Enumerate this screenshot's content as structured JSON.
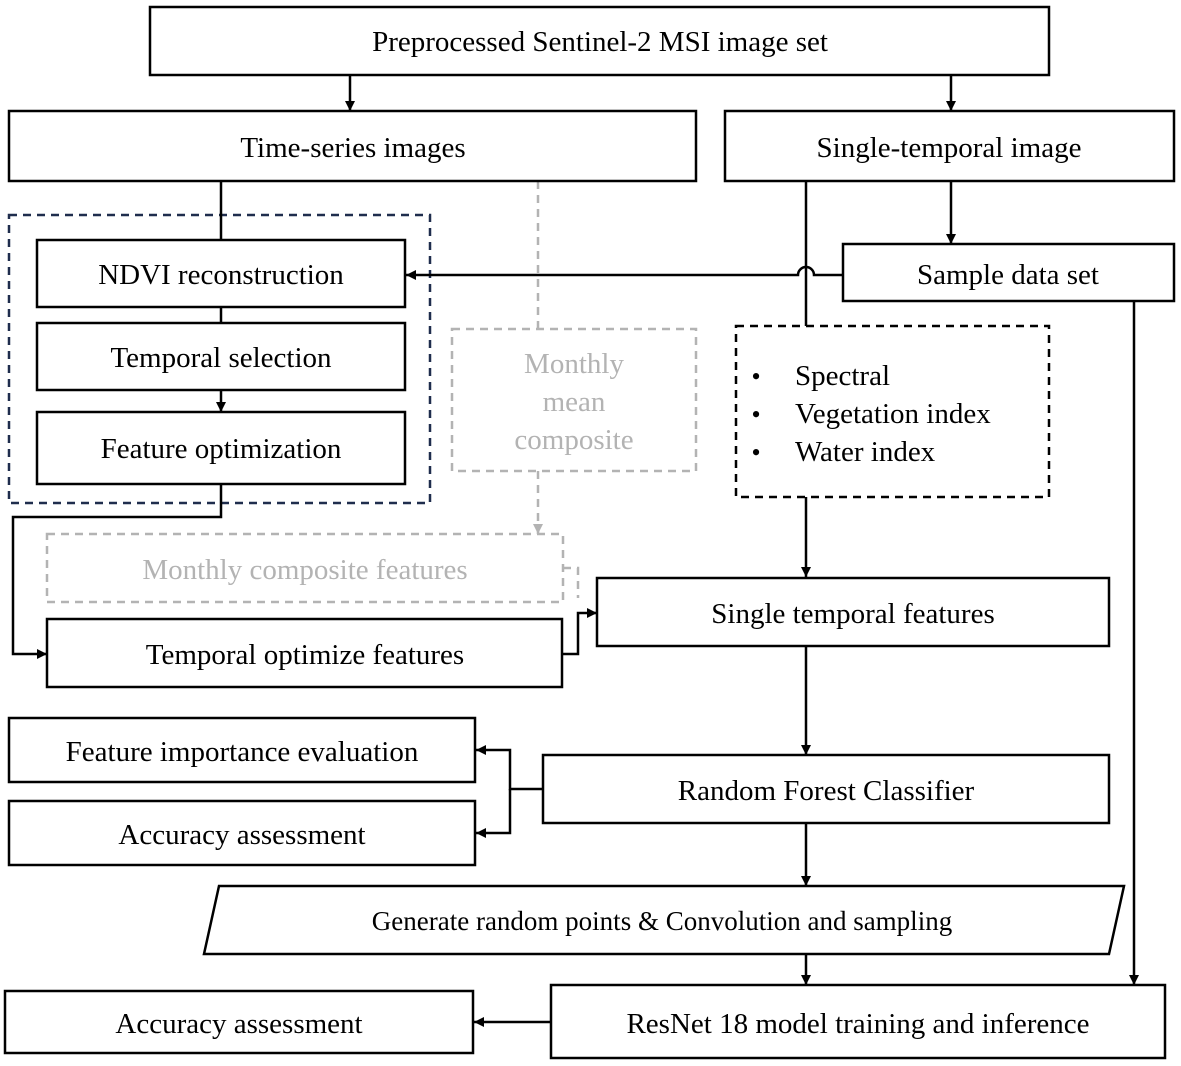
{
  "nodes": {
    "preprocessed": "Preprocessed Sentinel-2 MSI image set",
    "time_series": "Time-series images",
    "single_temporal_image": "Single-temporal image",
    "ndvi": "NDVI reconstruction",
    "temporal_selection": "Temporal selection",
    "feature_optimization": "Feature optimization",
    "sample_data_set": "Sample data set",
    "monthly_mean_composite": [
      "Monthly",
      "mean",
      "composite"
    ],
    "feature_bullets": [
      "Spectral",
      "Vegetation index",
      "Water index"
    ],
    "monthly_composite_features": "Monthly composite features",
    "temporal_optimize_features": "Temporal optimize features",
    "single_temporal_features": "Single temporal features",
    "feature_importance": "Feature importance evaluation",
    "random_forest": "Random Forest Classifier",
    "accuracy_rf": "Accuracy assessment",
    "generate_points": "Generate random points & Convolution and sampling",
    "resnet": "ResNet 18 model training and inference",
    "accuracy_resnet": "Accuracy assessment"
  },
  "bullet_symbol": "•",
  "colors": {
    "main": "#000000",
    "inactive": "#b3b3b3",
    "group": "#1f2d4d"
  }
}
